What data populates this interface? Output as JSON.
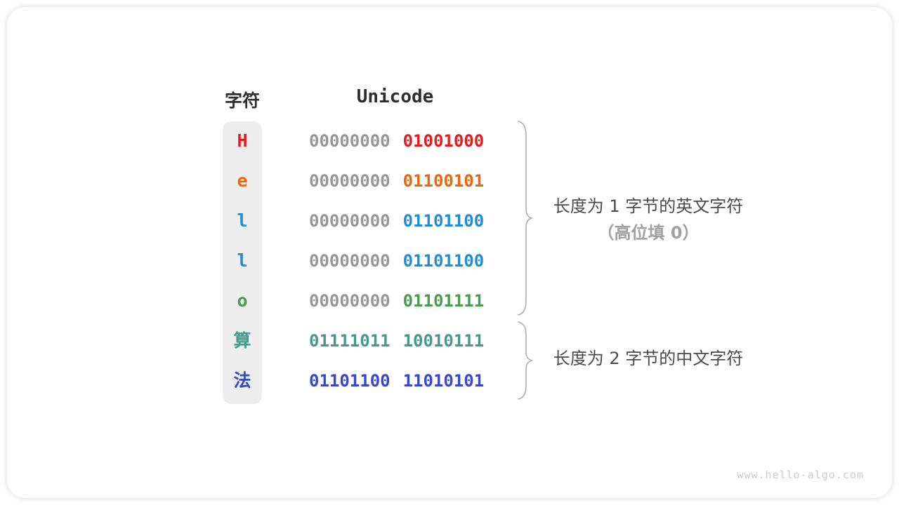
{
  "diagram": {
    "headers": {
      "char": "字符",
      "unicode": "Unicode"
    },
    "rows": [
      {
        "char": "H",
        "char_color": "#e11d1d",
        "byte1": "00000000",
        "byte1_color": "#969696",
        "byte2": "01001000",
        "byte2_color": "#e11d1d"
      },
      {
        "char": "e",
        "char_color": "#f0640a",
        "byte1": "00000000",
        "byte1_color": "#969696",
        "byte2": "01100101",
        "byte2_color": "#f0640a"
      },
      {
        "char": "l",
        "char_color": "#1f8dd6",
        "byte1": "00000000",
        "byte1_color": "#969696",
        "byte2": "01101100",
        "byte2_color": "#1f8dd6"
      },
      {
        "char": "l",
        "char_color": "#1f8dd6",
        "byte1": "00000000",
        "byte1_color": "#969696",
        "byte2": "01101100",
        "byte2_color": "#1f8dd6"
      },
      {
        "char": "o",
        "char_color": "#4a9a4f",
        "byte1": "00000000",
        "byte1_color": "#969696",
        "byte2": "01101111",
        "byte2_color": "#4a9a4f"
      },
      {
        "char": "算",
        "char_color": "#44998c",
        "byte1": "01111011",
        "byte1_color": "#44998c",
        "byte2": "10010111",
        "byte2_color": "#44998c"
      },
      {
        "char": "法",
        "char_color": "#3647d0",
        "byte1": "01101100",
        "byte1_color": "#3647d0",
        "byte2": "11010101",
        "byte2_color": "#3647d0"
      }
    ],
    "annotations": {
      "group1_line1": "长度为 1 字节的英文字符",
      "group1_line2": "（高位填 0）",
      "group2_line1": "长度为 2 字节的中文字符"
    },
    "watermark": "www.hello-algo.com",
    "colors": {
      "band_bg": "#ededed",
      "brace": "#ababab",
      "header_text": "#2e2e2e",
      "annotation_text": "#4b4b4b",
      "annotation_sub_text": "#a0a0a0",
      "gray_byte": "#969696"
    }
  }
}
